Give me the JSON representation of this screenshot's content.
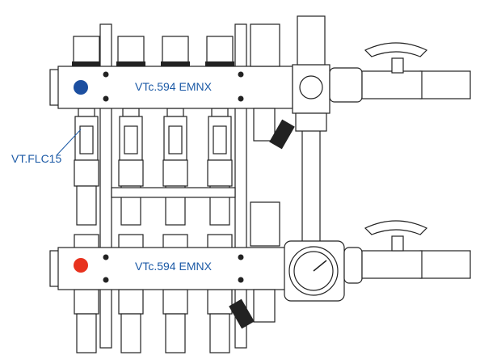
{
  "supply_manifold": {
    "label": "VTc.594 EMNX",
    "indicator_color": "#1c4fa0"
  },
  "return_manifold": {
    "label": "VTc.594 EMNX",
    "indicator_color": "#e8321e"
  },
  "flowmeter_callout": {
    "label": "VT.FLC15"
  },
  "colors": {
    "label_text": "#1c5aa6",
    "line": "#222222"
  }
}
